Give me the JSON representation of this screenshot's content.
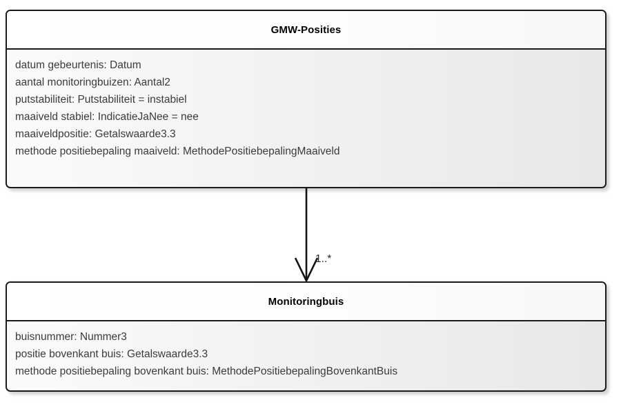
{
  "diagram": {
    "type": "uml-class-diagram",
    "language": "nl",
    "background_color": "#ffffff"
  },
  "classes": [
    {
      "name": "GMW-Posities",
      "attributes": [
        "datum gebeurtenis: Datum",
        "aantal monitoringbuizen: Aantal2",
        "putstabiliteit: Putstabiliteit = instabiel",
        "maaiveld stabiel: IndicatieJaNee = nee",
        "maaiveldpositie: Getalswaarde3.3",
        "methode positiebepaling maaiveld: MethodePositiebepalingMaaiveld"
      ]
    },
    {
      "name": "Monitoringbuis",
      "attributes": [
        "buisnummer: Nummer3",
        "positie bovenkant buis: Getalswaarde3.3",
        "methode positiebepaling bovenkant buis: MethodePositiebepalingBovenkantBuis"
      ]
    }
  ],
  "association": {
    "source": "GMW-Posities",
    "target": "Monitoringbuis",
    "multiplicity": "1..*",
    "arrow_style": "open-v",
    "line_color": "#141414"
  },
  "style": {
    "border_color": "#1a1a1a",
    "text_color": "#3b3b3b",
    "title_color": "#000000",
    "fill_start": "#fbfbfb",
    "fill_end": "#e8e8e8",
    "shadow_color": "#8c8c96"
  }
}
